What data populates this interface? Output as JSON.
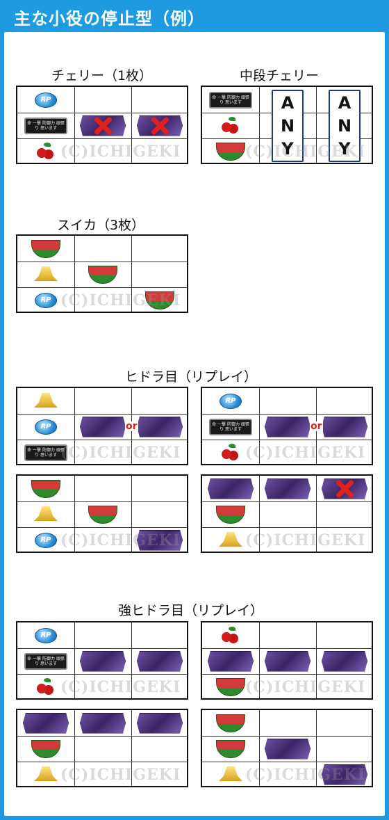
{
  "header": {
    "title": "主な小役の停止型（例）"
  },
  "watermark": "(C)ICHIGEKI",
  "symbols": {
    "rp": "RP",
    "board": "命 一撃 防御力 頑張り 思います"
  },
  "or_label": "or",
  "any_letters": [
    "A",
    "N",
    "Y"
  ],
  "sections": [
    {
      "title": "チェリー（1枚）"
    },
    {
      "title": "中段チェリー"
    },
    {
      "title": "スイカ（3枚）"
    },
    {
      "title": "ヒドラ目（リプレイ）"
    },
    {
      "title": "強ヒドラ目（リプレイ）"
    }
  ],
  "colors": {
    "accent": "#1e9be0",
    "x_mark": "#e0201a",
    "any_border": "#1c3a8a"
  }
}
